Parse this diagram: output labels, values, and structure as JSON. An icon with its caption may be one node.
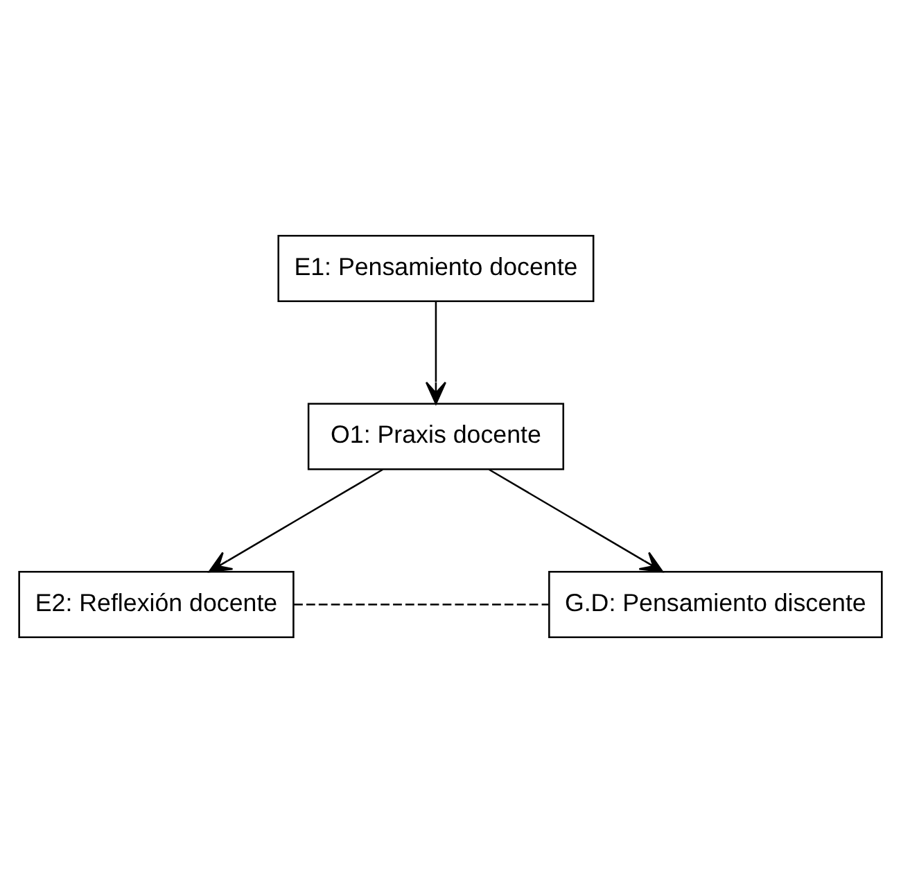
{
  "diagram": {
    "nodes": [
      {
        "text": [
          "E1: Pensamiento docente"
        ]
      },
      {
        "text": [
          "O1: Praxis docente"
        ]
      },
      {
        "text": [
          "E2: Reflexión docente"
        ]
      },
      {
        "text": [
          "G.D: Pensamiento discente"
        ]
      }
    ],
    "edges": [
      {
        "from": 0,
        "to": 1,
        "arrow": "to"
      },
      {
        "from": 1,
        "to": 2,
        "arrow": "to"
      },
      {
        "from": 1,
        "to": 3,
        "arrow": "to"
      },
      {
        "from": 2,
        "to": 3,
        "arrow": "none",
        "style": "dashed"
      }
    ]
  }
}
